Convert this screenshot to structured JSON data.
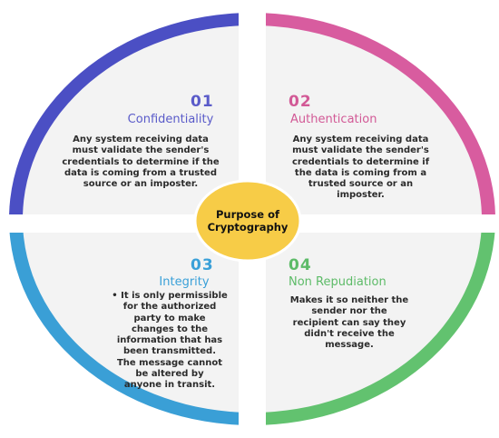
{
  "center": {
    "line1": "Purpose of",
    "line2": "Cryptography"
  },
  "quadrants": [
    {
      "number": "01",
      "title": "Confidentiality",
      "lines": [
        "Any system receiving data",
        "must validate the sender's",
        "credentials to determine if the",
        "data is coming from a trusted",
        "source or an imposter."
      ]
    },
    {
      "number": "02",
      "title": "Authentication",
      "lines": [
        "Any system receiving data",
        "must validate the sender's",
        "credentials to determine if",
        "the data is coming from a",
        "trusted source or an",
        "imposter."
      ]
    },
    {
      "number": "03",
      "title": "Integrity",
      "lines": [
        "• It is only permissible",
        "for the authorized",
        "party to make",
        "changes to the",
        "information that has",
        "been transmitted.",
        "The message cannot",
        "be altered by",
        "anyone in transit."
      ]
    },
    {
      "number": "04",
      "title": "Non Repudiation",
      "lines": [
        "Makes it so neither the",
        "sender nor the",
        "recipient can say they",
        "didn't receive the",
        "message."
      ]
    }
  ],
  "colors": {
    "q1": "#4b4fc4",
    "q2": "#d85c9f",
    "q3": "#3a9fd6",
    "q4": "#62c26f",
    "q1_text": "#5a5bc9",
    "q2_text": "#d25996",
    "q3_text": "#3aa0d8",
    "q4_text": "#5dbb68",
    "center": "#f7cc47",
    "panel": "#f3f3f3"
  }
}
